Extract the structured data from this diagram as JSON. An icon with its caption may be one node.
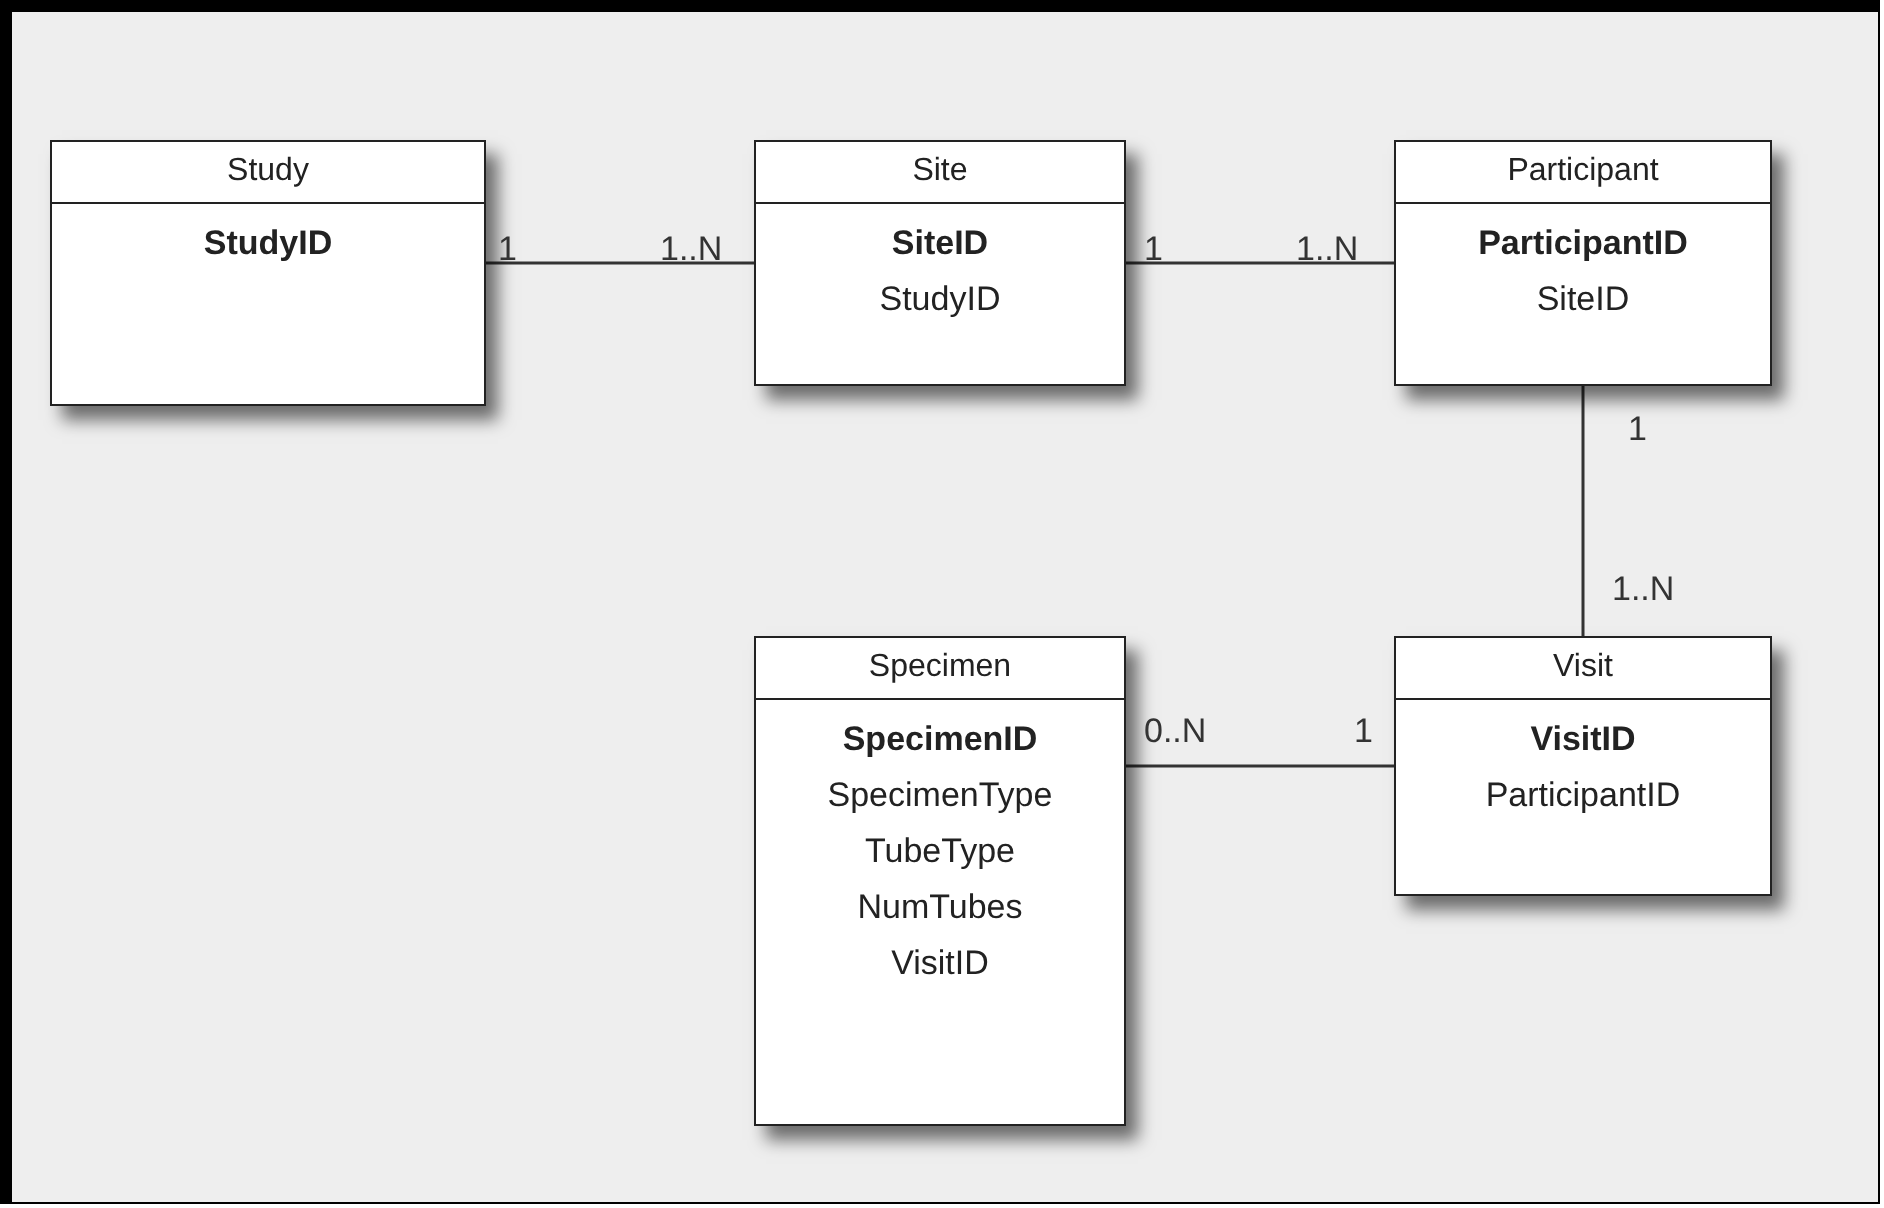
{
  "diagram": {
    "nodes": [
      {
        "text": [
          "Study",
          "StudyID"
        ]
      },
      {
        "text": [
          "Site",
          "SiteID",
          "StudyID"
        ]
      },
      {
        "text": [
          "Participant",
          "ParticipantID",
          "SiteID"
        ]
      },
      {
        "text": [
          "Specimen",
          "SpecimenID",
          "SpecimenType",
          "TubeType",
          "NumTubes",
          "VisitID"
        ]
      },
      {
        "text": [
          "Visit",
          "VisitID",
          "ParticipantID"
        ]
      }
    ],
    "edges": [
      {
        "from": 0,
        "to": 1,
        "arrow": "none"
      },
      {
        "from": 1,
        "to": 2,
        "arrow": "none"
      },
      {
        "from": 2,
        "to": 4,
        "arrow": "none"
      },
      {
        "from": 3,
        "to": 4,
        "arrow": "none"
      }
    ],
    "labels": [
      "1",
      "1..N",
      "1",
      "1..N",
      "1",
      "1..N",
      "0..N",
      "1"
    ]
  }
}
